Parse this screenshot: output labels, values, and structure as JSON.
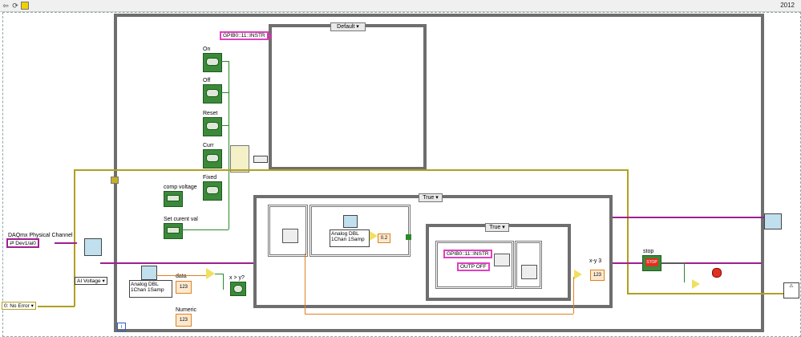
{
  "window": {
    "year": "2012"
  },
  "diagram": {
    "main_case_selector": "Default",
    "inner_case_selector": "True",
    "nested_case_selector": "True",
    "visa_resource_top": "GPIB0::11::INSTR",
    "visa_resource_inner": "GPIB0::11::INSTR",
    "outp_off": "OUTP OFF",
    "daqmx_channel_label": "DAQmx Physical Channel",
    "daqmx_channel_value": "Dev1/ai0",
    "ai_voltage": "AI Voltage",
    "error_in": "0: No Error",
    "analog_dbl_left": "Analog DBL 1Chan 1Samp",
    "analog_dbl_inner": "Analog DBL 1Chan 1Samp",
    "constant_02": "0.2",
    "labels": {
      "on": "On",
      "off": "Off",
      "reset": "Reset",
      "curr": "Curr",
      "fixed": "Fixed",
      "comp_voltage": "comp voltage",
      "set_current": "Set curent val",
      "data": "data",
      "x_gt_y": "x > y?",
      "numeric": "Numeric",
      "xy3": "x-y 3",
      "stop": "stop"
    },
    "indicator_text": "123",
    "stop_value": "STOP",
    "info_icon": "i"
  }
}
